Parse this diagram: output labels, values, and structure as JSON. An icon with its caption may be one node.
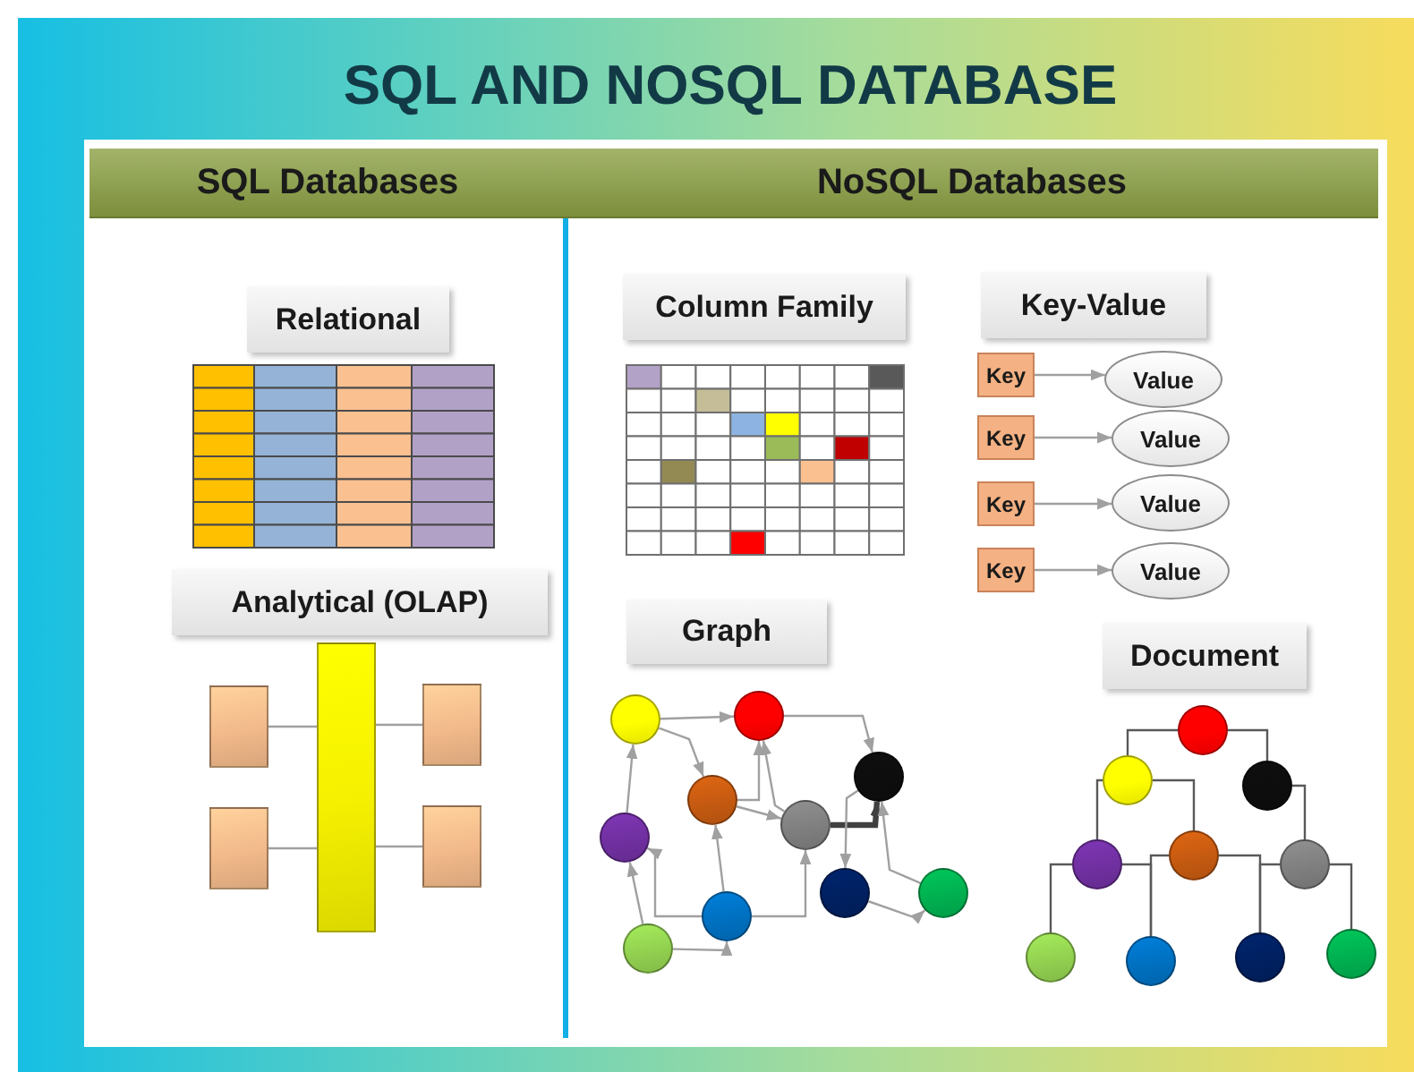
{
  "diagram": {
    "title": "SQL AND NOSQL DATABASE",
    "nodes": [
      {
        "text": [
          "SQL Databases"
        ]
      },
      {
        "text": [
          "NoSQL Databases"
        ]
      },
      {
        "text": [
          "Relational"
        ]
      },
      {
        "text": [
          "Analytical (OLAP)"
        ]
      },
      {
        "text": [],
        "shape": "bar"
      },
      {
        "text": [],
        "shape": "box"
      },
      {
        "text": [],
        "shape": "box"
      },
      {
        "text": [],
        "shape": "box"
      },
      {
        "text": [],
        "shape": "box"
      },
      {
        "text": [
          "Column Family"
        ]
      },
      {
        "text": [
          "Key-Value"
        ]
      },
      {
        "text": [
          "Key"
        ]
      },
      {
        "text": [
          "Value"
        ]
      },
      {
        "text": [
          "Key"
        ]
      },
      {
        "text": [
          "Value"
        ]
      },
      {
        "text": [
          "Key"
        ]
      },
      {
        "text": [
          "Value"
        ]
      },
      {
        "text": [
          "Key"
        ]
      },
      {
        "text": [
          "Value"
        ]
      },
      {
        "text": [
          "Graph"
        ]
      },
      {
        "text": [],
        "shape": "circle"
      },
      {
        "text": [],
        "shape": "circle"
      },
      {
        "text": [],
        "shape": "circle"
      },
      {
        "text": [],
        "shape": "circle"
      },
      {
        "text": [],
        "shape": "circle"
      },
      {
        "text": [],
        "shape": "circle"
      },
      {
        "text": [],
        "shape": "circle"
      },
      {
        "text": [],
        "shape": "circle"
      },
      {
        "text": [],
        "shape": "circle"
      },
      {
        "text": [],
        "shape": "circle"
      },
      {
        "text": [
          "Document"
        ]
      },
      {
        "text": [],
        "shape": "circle"
      },
      {
        "text": [],
        "shape": "circle"
      },
      {
        "text": [],
        "shape": "circle"
      },
      {
        "text": [],
        "shape": "circle"
      },
      {
        "text": [],
        "shape": "circle"
      },
      {
        "text": [],
        "shape": "circle"
      },
      {
        "text": [],
        "shape": "circle"
      },
      {
        "text": [],
        "shape": "circle"
      },
      {
        "text": [],
        "shape": "circle"
      },
      {
        "text": [],
        "shape": "circle"
      }
    ],
    "edges": [
      {
        "from": 5,
        "to": 4,
        "arrow": "none"
      },
      {
        "from": 4,
        "to": 6,
        "arrow": "none"
      },
      {
        "from": 7,
        "to": 4,
        "arrow": "none"
      },
      {
        "from": 4,
        "to": 8,
        "arrow": "none"
      },
      {
        "from": 11,
        "to": 12,
        "arrow": "to"
      },
      {
        "from": 13,
        "to": 14,
        "arrow": "to"
      },
      {
        "from": 15,
        "to": 16,
        "arrow": "to"
      },
      {
        "from": 17,
        "to": 18,
        "arrow": "to"
      },
      {
        "from": 20,
        "to": 21,
        "arrow": "to"
      },
      {
        "from": 21,
        "to": 22,
        "arrow": "to"
      },
      {
        "from": 20,
        "to": 23,
        "arrow": "to"
      },
      {
        "from": 23,
        "to": 21,
        "arrow": "to"
      },
      {
        "from": 24,
        "to": 21,
        "arrow": "to"
      },
      {
        "from": 23,
        "to": 24,
        "arrow": "to"
      },
      {
        "from": 24,
        "to": 22,
        "arrow": "to",
        "style": "thick",
        "color": "#404040"
      },
      {
        "from": 22,
        "to": 26,
        "arrow": "to"
      },
      {
        "from": 27,
        "to": 22,
        "arrow": "to"
      },
      {
        "from": 26,
        "to": 27,
        "arrow": "to"
      },
      {
        "from": 25,
        "to": 20,
        "arrow": "to"
      },
      {
        "from": 29,
        "to": 25,
        "arrow": "to"
      },
      {
        "from": 28,
        "to": 25,
        "arrow": "to"
      },
      {
        "from": 28,
        "to": 23,
        "arrow": "to"
      },
      {
        "from": 28,
        "to": 24,
        "arrow": "to"
      },
      {
        "from": 29,
        "to": 28,
        "arrow": "to"
      },
      {
        "from": 31,
        "to": 32,
        "arrow": "none",
        "color": "#595959"
      },
      {
        "from": 31,
        "to": 33,
        "arrow": "none",
        "color": "#595959"
      },
      {
        "from": 32,
        "to": 35,
        "arrow": "none",
        "color": "#595959"
      },
      {
        "from": 32,
        "to": 34,
        "arrow": "none",
        "color": "#595959"
      },
      {
        "from": 33,
        "to": 36,
        "arrow": "none",
        "color": "#595959"
      },
      {
        "from": 35,
        "to": 37,
        "arrow": "none",
        "color": "#595959"
      },
      {
        "from": 35,
        "to": 38,
        "arrow": "none",
        "color": "#595959"
      },
      {
        "from": 34,
        "to": 38,
        "arrow": "none",
        "color": "#595959"
      },
      {
        "from": 34,
        "to": 39,
        "arrow": "none",
        "color": "#595959"
      },
      {
        "from": 36,
        "to": 39,
        "arrow": "none",
        "color": "#595959"
      },
      {
        "from": 36,
        "to": 40,
        "arrow": "none",
        "color": "#595959"
      }
    ]
  }
}
